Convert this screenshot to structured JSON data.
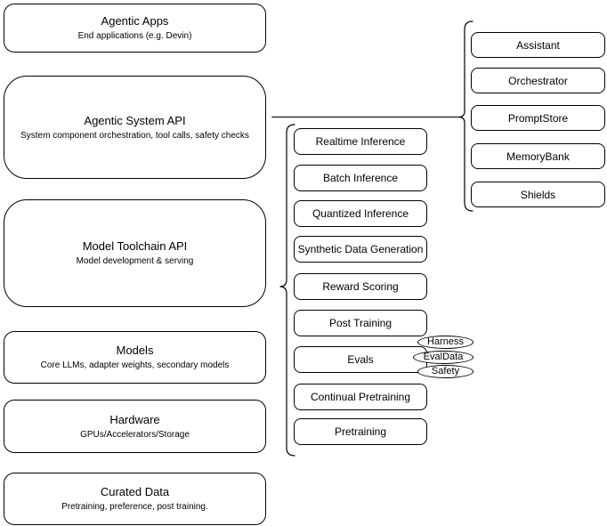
{
  "diagram": {
    "layers": [
      {
        "title": "Agentic Apps",
        "subtitle": "End applications (e.g. Devin)"
      },
      {
        "title": "Agentic System API",
        "subtitle": "System component orchestration, tool calls, safety checks"
      },
      {
        "title": "Model Toolchain API",
        "subtitle": "Model development & serving"
      },
      {
        "title": "Models",
        "subtitle": "Core LLMs, adapter weights, secondary models"
      },
      {
        "title": "Hardware",
        "subtitle": "GPUs/Accelerators/Storage"
      },
      {
        "title": "Curated Data",
        "subtitle": "Pretraining, preference, post training."
      }
    ],
    "toolchain_ops": [
      {
        "label": "Realtime Inference"
      },
      {
        "label": "Batch Inference"
      },
      {
        "label": "Quantized Inference"
      },
      {
        "label": "Synthetic Data Generation"
      },
      {
        "label": "Reward Scoring"
      },
      {
        "label": "Post Training"
      },
      {
        "label": "Evals"
      },
      {
        "label": "Continual Pretraining"
      },
      {
        "label": "Pretraining"
      }
    ],
    "eval_tags": [
      {
        "label": "Harness"
      },
      {
        "label": "EvalData"
      },
      {
        "label": "Safety"
      }
    ],
    "system_components": [
      {
        "label": "Assistant"
      },
      {
        "label": "Orchestrator"
      },
      {
        "label": "PromptStore"
      },
      {
        "label": "MemoryBank"
      },
      {
        "label": "Shields"
      }
    ],
    "colors": {
      "border": "#000000",
      "background": "#ffffff",
      "text": "#000000"
    }
  }
}
